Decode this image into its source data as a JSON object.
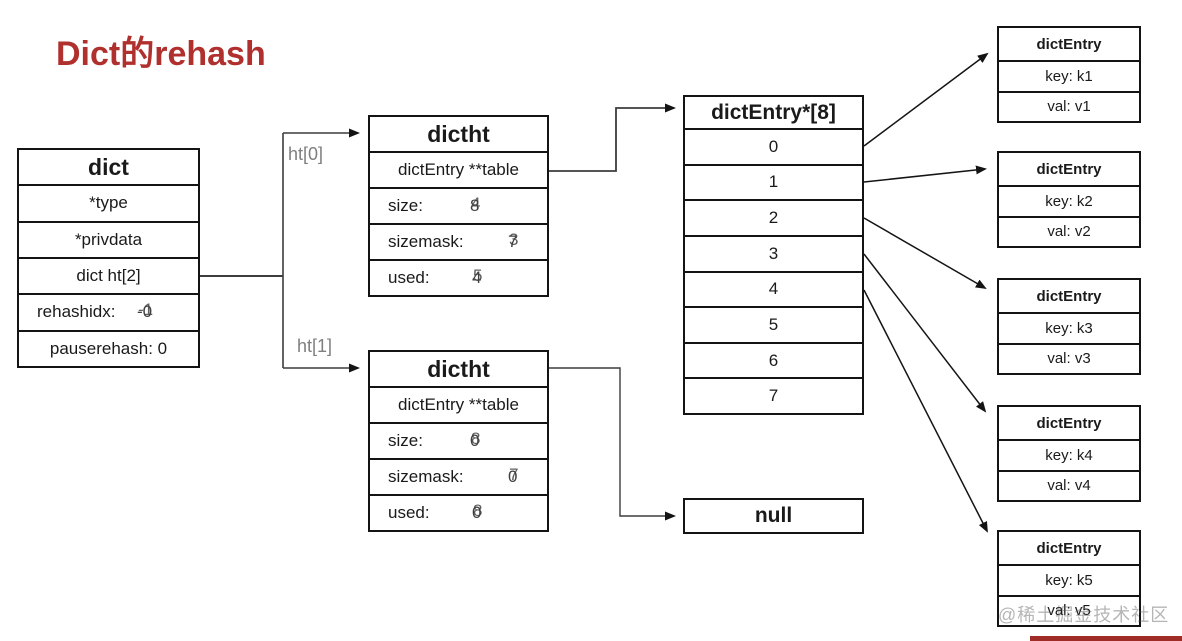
{
  "title": "Dict的rehash",
  "labels": {
    "ht0": "ht[0]",
    "ht1": "ht[1]"
  },
  "dict": {
    "header": "dict",
    "type": "*type",
    "privdata": "*privdata",
    "ht2": "dict ht[2]",
    "rehashidx_label": "rehashidx:",
    "rehashidx_value": {
      "a": "-0",
      "b": "-1"
    },
    "pauserehash": "pauserehash: 0"
  },
  "dictht0": {
    "header": "dictht",
    "table": "dictEntry **table",
    "size_label": "size:",
    "size": {
      "a": "8",
      "b": "4"
    },
    "sizemask_label": "sizemask:",
    "sizemask": {
      "a": "7",
      "b": "3"
    },
    "used_label": "used:",
    "used": {
      "a": "4",
      "b": "5"
    }
  },
  "dictht1": {
    "header": "dictht",
    "table": "dictEntry **table",
    "size_label": "size:",
    "size": {
      "a": "0",
      "b": "8"
    },
    "sizemask_label": "sizemask:",
    "sizemask": {
      "a": "0",
      "b": "7"
    },
    "used_label": "used:",
    "used": {
      "a": "0",
      "b": "8"
    }
  },
  "array": {
    "header": "dictEntry*[8]",
    "slots": [
      "0",
      "1",
      "2",
      "3",
      "4",
      "5",
      "6",
      "7"
    ]
  },
  "null_box": {
    "label": "null"
  },
  "entries": [
    {
      "header": "dictEntry",
      "key": "key: k1",
      "val": "val: v1"
    },
    {
      "header": "dictEntry",
      "key": "key: k2",
      "val": "val: v2"
    },
    {
      "header": "dictEntry",
      "key": "key: k3",
      "val": "val: v3"
    },
    {
      "header": "dictEntry",
      "key": "key: k4",
      "val": "val: v4"
    },
    {
      "header": "dictEntry",
      "key": "key: k5",
      "val": "val: v5"
    }
  ],
  "watermark": "@稀土掘金技术社区",
  "colors": {
    "title": "#b0302e",
    "line": "#3c3c3c",
    "pointer_label": "#7f7f7f",
    "accent_bar": "#a02c28"
  }
}
